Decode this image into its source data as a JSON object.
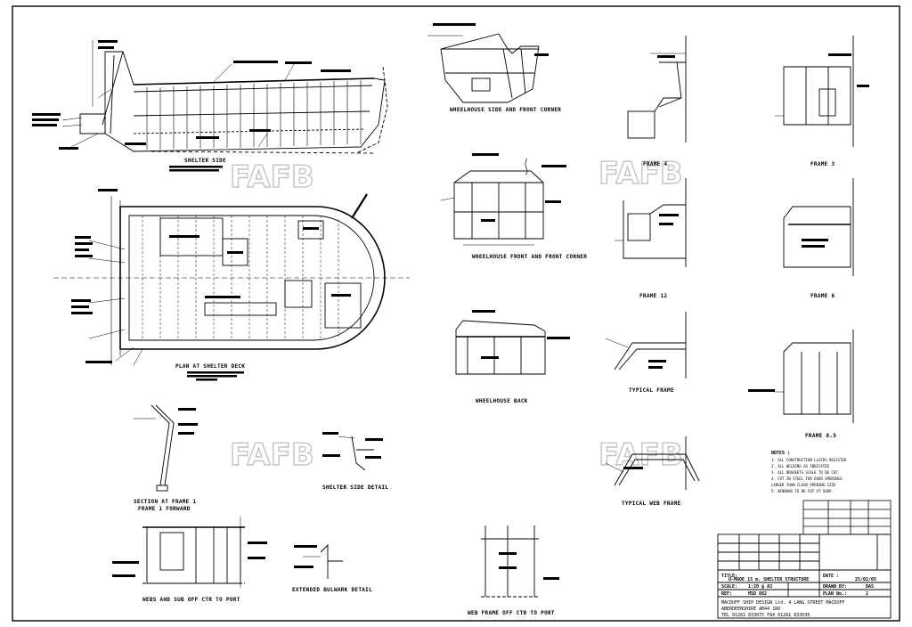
{
  "watermark": "FAFB",
  "captions": {
    "shelter_side": "SHELTER SIDE",
    "plan_shelter_deck": "PLAN AT SHELTER DECK",
    "wheelhouse_side": "WHEELHOUSE SIDE AND FRONT CORNER",
    "wheelhouse_front": "WHEELHOUSE FRONT AND FRONT CORNER",
    "wheelhouse_back": "WHEELHOUSE BACK",
    "frame_4": "FRAME 4",
    "frame_3": "FRAME 3",
    "frame_12": "FRAME 12",
    "frame_6": "FRAME 6",
    "typical_frame": "TYPICAL FRAME",
    "frame_8_5": "FRAME 8.5",
    "typical_web_frame": "TYPICAL WEB FRAME",
    "section_frame_1": "SECTION AT FRAME 1",
    "section_frame_1_line2": "FRAME 1 FORWARD",
    "shelter_side_detail": "SHELTER SIDE DETAIL",
    "extended_bulwark_detail": "EXTENDED BULWARK DETAIL",
    "webs_frames": "WEBS AND SUB OFF CTR TO PORT",
    "web_frame_port": "WEB FRAME OFF CTR TO PORT"
  },
  "notes": {
    "heading": "NOTES :",
    "lines": [
      "1. ALL CONSTRUCTION LLOYDS REGISTER",
      "2. ALL WELDING AS INDICATED",
      "3. ALL BRACKETS SCALE TO BE CUT",
      "4. CUT IN STEEL FOR DOOR OPENINGS",
      "   LARGER THAN CLEAR OPENING SIZE",
      "5. WINDOWS TO BE CUT AT SHOP."
    ]
  },
  "title_block": {
    "title_label": "TITLE:",
    "title_value": "U-MADE 15 m. SHELTER STRUCTURE",
    "scale_label": "SCALE:",
    "scale_value": "1:20  @  A3",
    "drawn_label": "DRAWN BY:",
    "drawn_value": "DAS",
    "ref_label": "REF:",
    "ref_value": "MSD 882",
    "plan_label": "PLAN No.:",
    "plan_value": "2",
    "date_label": "DATE :",
    "date_value": "25/02/05",
    "company": "MACDUFF SHIP DESIGN Ltd.   4 LANG STREET MACDUFF",
    "address": "ABERDEENSHIRE     AB44 1RD",
    "contact": "TEL  01261 833075       FAX  01261 833035"
  }
}
